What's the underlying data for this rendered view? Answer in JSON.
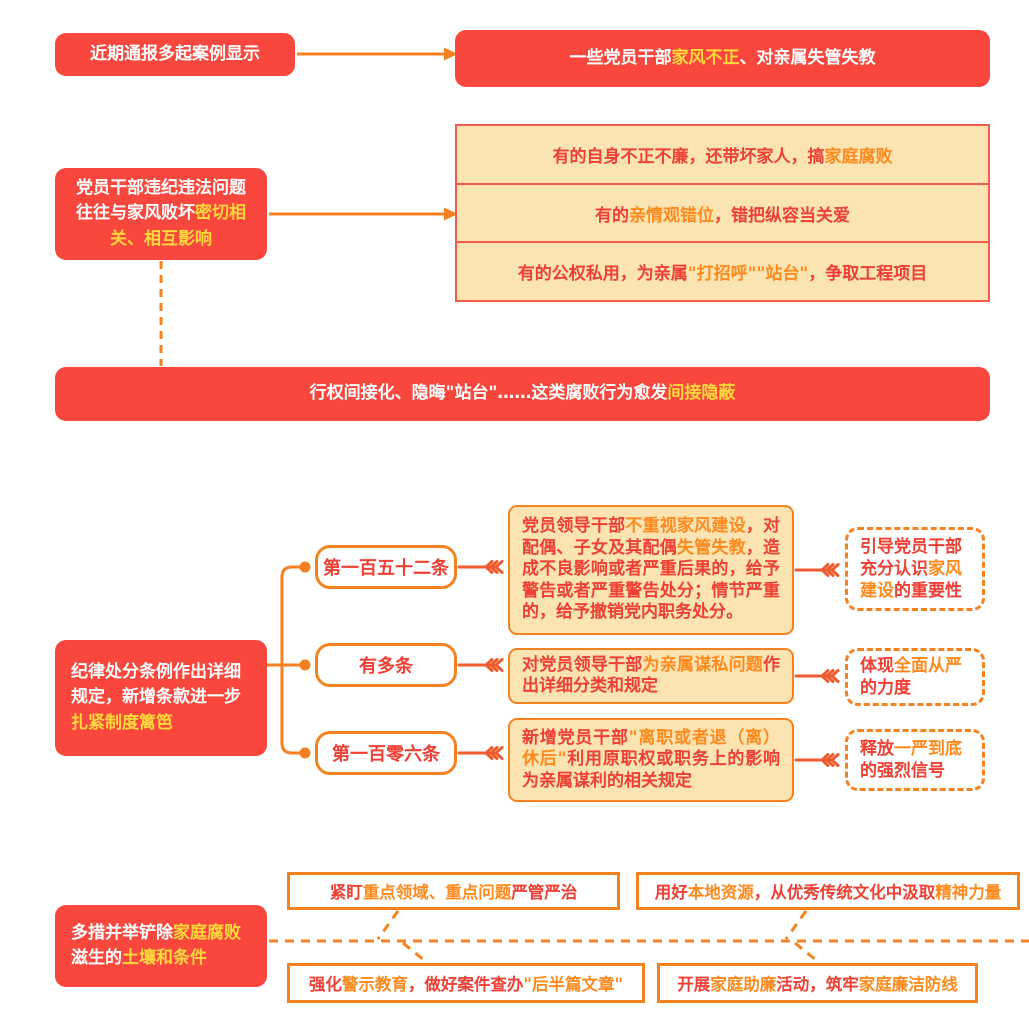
{
  "colors": {
    "red": "#F9473D",
    "yellow": "#FFD83C",
    "orange": "#F58220",
    "orange-text": "#FF8A1E",
    "cream": "#FBE4B2",
    "red-text": "#EE4034",
    "border-red": "#F25C4A",
    "connector": "#EE5B2E"
  },
  "section1": {
    "source_box": {
      "segments": [
        {
          "t": "近期通报多起案例显示"
        }
      ]
    },
    "result_box": {
      "segments": [
        {
          "t": "一些党员干部"
        },
        {
          "t": "家风不正",
          "c": "yellow"
        },
        {
          "t": "、对亲属失管失教"
        }
      ]
    }
  },
  "section2": {
    "cause_box": {
      "segments": [
        {
          "t": "党员干部违纪违法问题往往与家风败坏"
        },
        {
          "t": "密切相关、相互影响",
          "c": "yellow"
        }
      ]
    },
    "examples": [
      {
        "segments": [
          {
            "t": "有的自身不正不廉，还带坏家人，搞"
          },
          {
            "t": "家庭腐败",
            "c": "orange"
          }
        ]
      },
      {
        "segments": [
          {
            "t": "有的"
          },
          {
            "t": "亲情观错位",
            "c": "orange"
          },
          {
            "t": "，错把纵容当关爱"
          }
        ]
      },
      {
        "segments": [
          {
            "t": "有的公权私用，为亲属"
          },
          {
            "t": "\"打招呼\"\"站台\"",
            "c": "orange"
          },
          {
            "t": "，争取工程项目"
          }
        ]
      }
    ],
    "conclusion_bar": {
      "segments": [
        {
          "t": "行权间接化、隐晦\"站台\"……这类腐败行为愈发"
        },
        {
          "t": "间接隐蔽",
          "c": "yellow"
        }
      ]
    }
  },
  "section3": {
    "intro_box": {
      "segments": [
        {
          "t": "纪律处分条例作出详细规定，新增条款进一步"
        },
        {
          "t": "扎紧制度篱笆",
          "c": "yellow"
        }
      ]
    },
    "rows": [
      {
        "label": "第一百五十二条",
        "detail": {
          "segments": [
            {
              "t": "党员领导干部"
            },
            {
              "t": "不重视家风建设",
              "c": "orange"
            },
            {
              "t": "，对配偶、子女及其配偶"
            },
            {
              "t": "失管失教",
              "c": "orange"
            },
            {
              "t": "，造成不良影响或者严重后果的，给予警告或者严重警告处分；情节严重的，给予撤销党内职务处分。"
            }
          ]
        },
        "takeaway": {
          "segments": [
            {
              "t": "引导党员干部充分认识"
            },
            {
              "t": "家风建设",
              "c": "orange"
            },
            {
              "t": "的重要性"
            }
          ]
        }
      },
      {
        "label": "有多条",
        "detail": {
          "segments": [
            {
              "t": "对党员领导干部"
            },
            {
              "t": "为亲属谋私问题",
              "c": "orange"
            },
            {
              "t": "作出详细分类和规定"
            }
          ]
        },
        "takeaway": {
          "segments": [
            {
              "t": "体现"
            },
            {
              "t": "全面从严",
              "c": "orange"
            },
            {
              "t": "的力度"
            }
          ]
        }
      },
      {
        "label": "第一百零六条",
        "detail": {
          "segments": [
            {
              "t": "新增党员干部"
            },
            {
              "t": "\"离职或者退（离）休后\"",
              "c": "orange"
            },
            {
              "t": "利用原职权或职务上的影响为亲属谋利的相关规定"
            }
          ]
        },
        "takeaway": {
          "segments": [
            {
              "t": "释放"
            },
            {
              "t": "一严到底",
              "c": "orange"
            },
            {
              "t": "的强烈信号"
            }
          ]
        }
      }
    ]
  },
  "section4": {
    "intro_box": {
      "segments": [
        {
          "t": "多措并举铲除"
        },
        {
          "t": "家庭腐败",
          "c": "yellow"
        },
        {
          "t": "滋生的"
        },
        {
          "t": "土壤和条件",
          "c": "yellow"
        }
      ]
    },
    "measures": [
      {
        "segments": [
          {
            "t": "紧盯"
          },
          {
            "t": "重点领域、重点问题",
            "c": "orange"
          },
          {
            "t": "严管严治"
          }
        ]
      },
      {
        "segments": [
          {
            "t": "用好"
          },
          {
            "t": "本地资源",
            "c": "orange"
          },
          {
            "t": "，从优秀传统文化中汲取"
          },
          {
            "t": "精神力量",
            "c": "orange"
          }
        ]
      },
      {
        "segments": [
          {
            "t": "强化"
          },
          {
            "t": "警示教育",
            "c": "orange"
          },
          {
            "t": "，做好案件查办"
          },
          {
            "t": "\"后半篇文章\"",
            "c": "orange"
          }
        ]
      },
      {
        "segments": [
          {
            "t": "开展"
          },
          {
            "t": "家庭助廉",
            "c": "orange"
          },
          {
            "t": "活动，筑牢"
          },
          {
            "t": "家庭廉洁防线",
            "c": "orange"
          }
        ]
      }
    ]
  }
}
